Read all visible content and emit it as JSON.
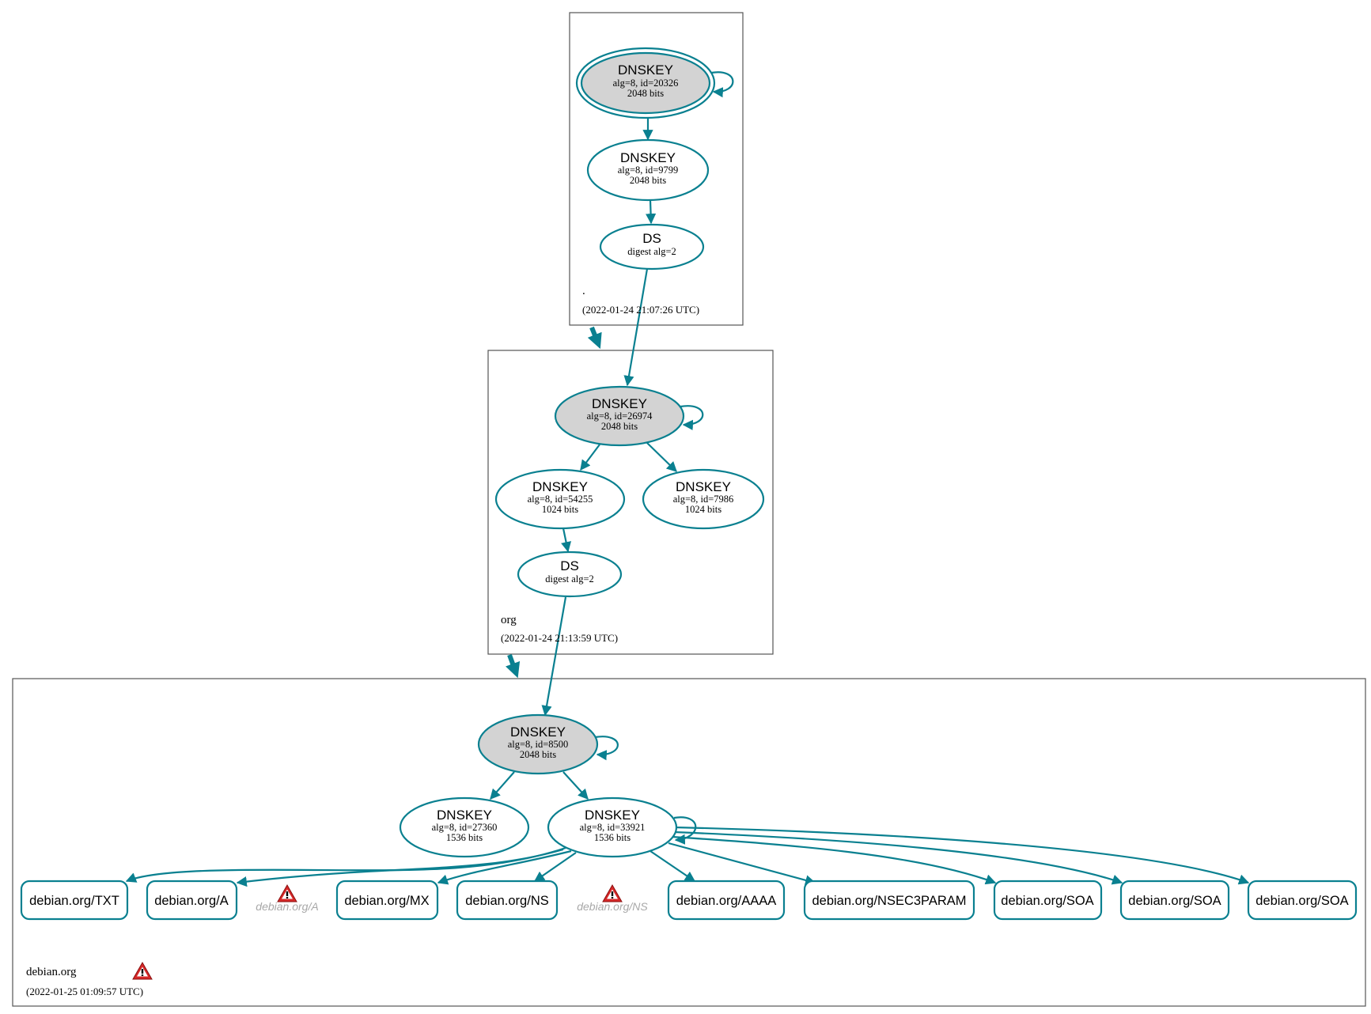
{
  "zones": {
    "root": {
      "name": ".",
      "timestamp": "(2022-01-24 21:07:26 UTC)"
    },
    "org": {
      "name": "org",
      "timestamp": "(2022-01-24 21:13:59 UTC)"
    },
    "debian": {
      "name": "debian.org",
      "timestamp": "(2022-01-25 01:09:57 UTC)"
    }
  },
  "nodes": {
    "root_ksk": {
      "title": "DNSKEY",
      "line1": "alg=8, id=20326",
      "line2": "2048 bits"
    },
    "root_zsk": {
      "title": "DNSKEY",
      "line1": "alg=8, id=9799",
      "line2": "2048 bits"
    },
    "root_ds": {
      "title": "DS",
      "line1": "digest alg=2"
    },
    "org_ksk": {
      "title": "DNSKEY",
      "line1": "alg=8, id=26974",
      "line2": "2048 bits"
    },
    "org_zsk1": {
      "title": "DNSKEY",
      "line1": "alg=8, id=54255",
      "line2": "1024 bits"
    },
    "org_zsk2": {
      "title": "DNSKEY",
      "line1": "alg=8, id=7986",
      "line2": "1024 bits"
    },
    "org_ds": {
      "title": "DS",
      "line1": "digest alg=2"
    },
    "deb_ksk": {
      "title": "DNSKEY",
      "line1": "alg=8, id=8500",
      "line2": "2048 bits"
    },
    "deb_zsk1": {
      "title": "DNSKEY",
      "line1": "alg=8, id=27360",
      "line2": "1536 bits"
    },
    "deb_zsk2": {
      "title": "DNSKEY",
      "line1": "alg=8, id=33921",
      "line2": "1536 bits"
    }
  },
  "records": [
    "debian.org/TXT",
    "debian.org/A",
    "debian.org/MX",
    "debian.org/NS",
    "debian.org/AAAA",
    "debian.org/NSEC3PARAM",
    "debian.org/SOA",
    "debian.org/SOA",
    "debian.org/SOA"
  ],
  "ghost_records": [
    "debian.org/A",
    "debian.org/NS"
  ],
  "icons": {
    "warning": "warning-triangle-icon"
  },
  "colors": {
    "edge": "#0a8090",
    "trusted_fill": "#d3d3d3",
    "warning": "#d62828"
  }
}
